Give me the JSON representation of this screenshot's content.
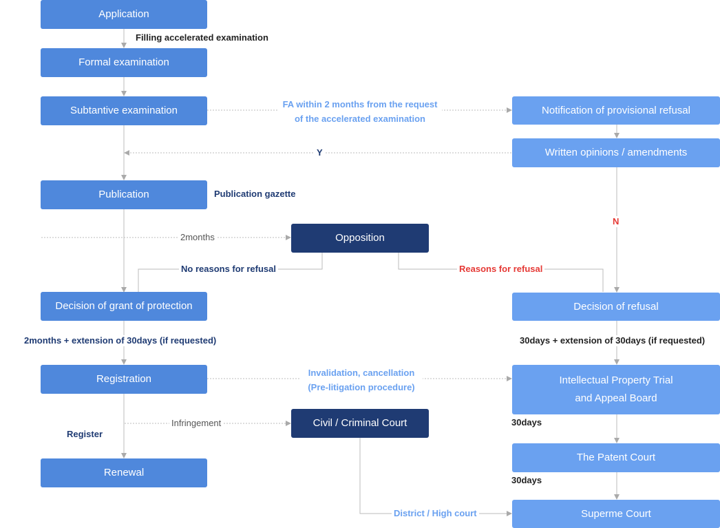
{
  "boxes": {
    "application": "Application",
    "formal_examination": "Formal examination",
    "substantive_examination": "Subtantive examination",
    "publication": "Publication",
    "decision_grant": "Decision of grant of protection",
    "registration": "Registration",
    "renewal": "Renewal",
    "opposition": "Opposition",
    "civil_criminal_court": "Civil / Criminal Court",
    "provisional_refusal": "Notification of provisional refusal",
    "written_opinions": "Written opinions / amendments",
    "decision_refusal": "Decision of refusal",
    "ip_trial_board_line1": "Intellectual Property Trial",
    "ip_trial_board_line2": "and Appeal Board",
    "patent_court": "The Patent Court",
    "supreme_court": "Superme Court"
  },
  "labels": {
    "filling_accelerated": "Filling accelerated examination",
    "fa_within_line1": "FA within 2 months from the request",
    "fa_within_line2": "of the accelerated examination",
    "yes": "Y",
    "publication_gazette": "Publication gazette",
    "no": "N",
    "two_months": "2months",
    "no_reasons": "No reasons for refusal",
    "reasons": "Reasons for refusal",
    "grant_period": "2months + extension of 30days (if requested)",
    "refusal_period": "30days + extension of 30days (if requested)",
    "invalidation_line1": "Invalidation, cancellation",
    "invalidation_line2": "(Pre-litigation procedure)",
    "infringement": "Infringement",
    "register": "Register",
    "thirty_days_1": "30days",
    "thirty_days_2": "30days",
    "district_high_court": "District / High court"
  }
}
